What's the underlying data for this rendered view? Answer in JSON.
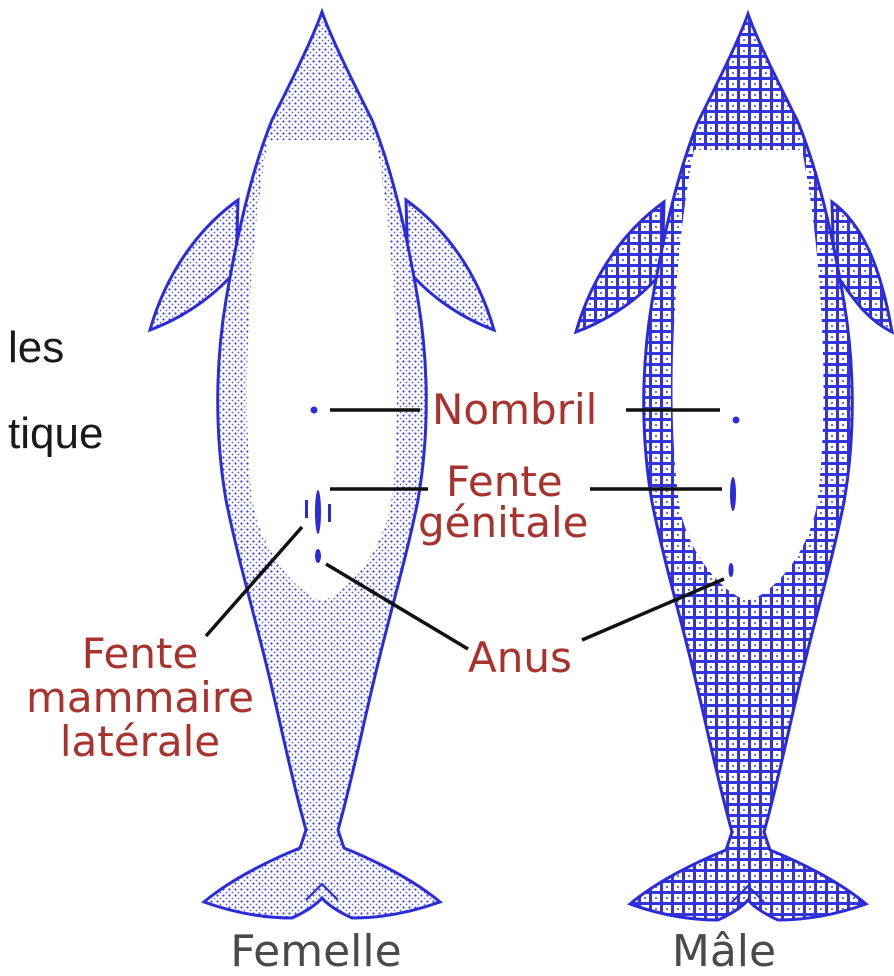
{
  "slide_text_fragments": [
    "les",
    "tique"
  ],
  "labels": {
    "umbilicus": "Nombril",
    "genital_slit": [
      "Fente",
      "génitale"
    ],
    "mammary_slit": [
      "Fente",
      "mammaire",
      "latérale"
    ],
    "anus": "Anus"
  },
  "captions": {
    "female": "Femelle",
    "male": "Mâle"
  },
  "colors": {
    "outline": "#2b2bd9",
    "label_text": "#a8322e",
    "caption_text": "#4a4a4a",
    "leader_lines": "#111111"
  }
}
